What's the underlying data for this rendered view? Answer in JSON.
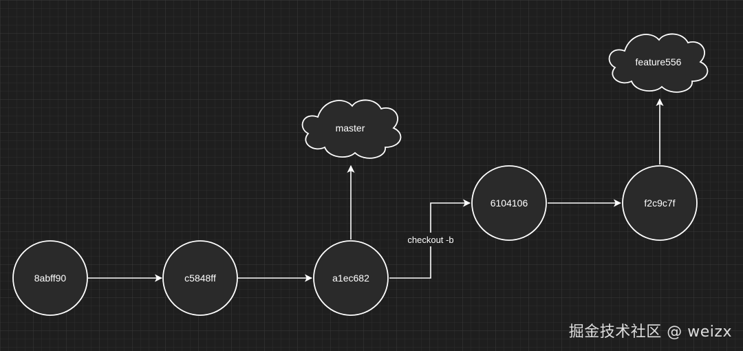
{
  "colors": {
    "background": "#1e1e1e",
    "grid_minor": "#303030",
    "grid_major": "#3c3c3c",
    "node_fill": "#2a2a2a",
    "stroke": "#ffffff",
    "text": "#ffffff"
  },
  "commits": {
    "c1": "8abff90",
    "c2": "c5848ff",
    "c3": "a1ec682",
    "c4": "6104106",
    "c5": "f2c9c7f"
  },
  "branches": {
    "master": "master",
    "feature": "feature556"
  },
  "edge_labels": {
    "checkout": "checkout -b"
  },
  "watermark": "掘金技术社区 @ weizx"
}
